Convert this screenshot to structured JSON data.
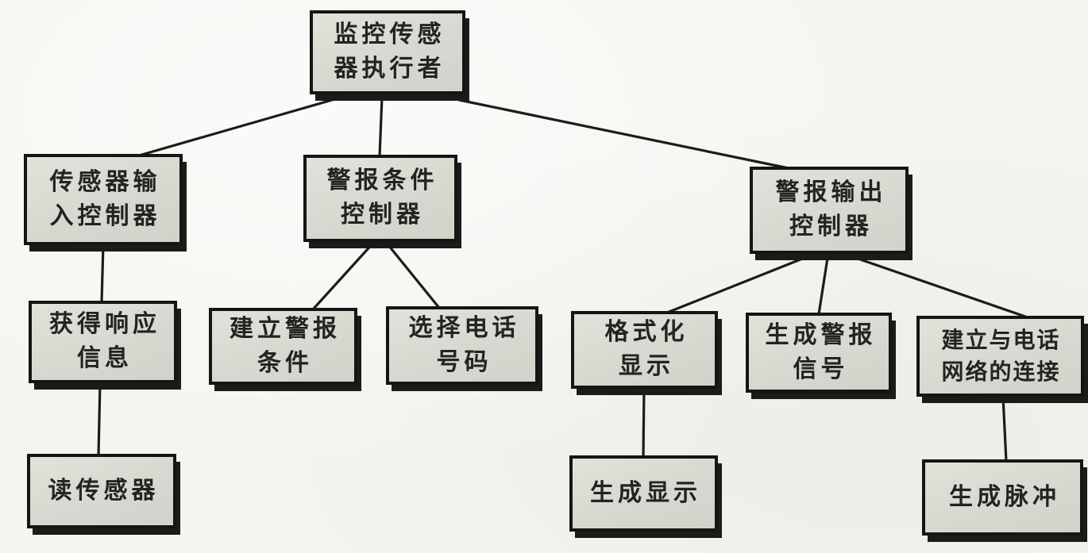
{
  "diagram": {
    "type": "structure-chart",
    "language": "zh-CN",
    "colors": {
      "paper": "#f5f4f0",
      "box_fill": "#dcdbd4",
      "box_border": "#161514",
      "box_shadow": "#1c1b19",
      "connector": "#1d1c1a",
      "text": "#242320"
    },
    "nodes": {
      "root": {
        "label": "监控传感器执行者",
        "lines": [
          "监控传感",
          "器执行者"
        ]
      },
      "sensor_input": {
        "label": "传感器输入控制器",
        "lines": [
          "传感器输",
          "入控制器"
        ]
      },
      "alarm_condition": {
        "label": "警报条件控制器",
        "lines": [
          "警报条件",
          "控制器"
        ]
      },
      "alarm_output": {
        "label": "警报输出控制器",
        "lines": [
          "警报输出",
          "控制器"
        ]
      },
      "get_response": {
        "label": "获得响应信息",
        "lines": [
          "获得响应",
          "信息"
        ]
      },
      "establish_condition": {
        "label": "建立警报条件",
        "lines": [
          "建立警报",
          "条件"
        ]
      },
      "select_phone": {
        "label": "选择电话号码",
        "lines": [
          "选择电话",
          "号码"
        ]
      },
      "format_display": {
        "label": "格式化显示",
        "lines": [
          "格式化",
          "显示"
        ]
      },
      "gen_alarm_signal": {
        "label": "生成警报信号",
        "lines": [
          "生成警报",
          "信号"
        ]
      },
      "establish_network": {
        "label": "建立与电话网络的连接",
        "lines": [
          "建立与电话",
          "网络的连接"
        ]
      },
      "read_sensor": {
        "label": "读传感器",
        "lines": [
          "读传感器"
        ]
      },
      "gen_display": {
        "label": "生成显示",
        "lines": [
          "生成显示"
        ]
      },
      "gen_pulse": {
        "label": "生成脉冲",
        "lines": [
          "生成脉冲"
        ]
      }
    },
    "edges": [
      {
        "from": "root",
        "to": "sensor_input"
      },
      {
        "from": "root",
        "to": "alarm_condition"
      },
      {
        "from": "root",
        "to": "alarm_output"
      },
      {
        "from": "sensor_input",
        "to": "get_response"
      },
      {
        "from": "get_response",
        "to": "read_sensor"
      },
      {
        "from": "alarm_condition",
        "to": "establish_condition"
      },
      {
        "from": "alarm_condition",
        "to": "select_phone"
      },
      {
        "from": "alarm_output",
        "to": "format_display"
      },
      {
        "from": "alarm_output",
        "to": "gen_alarm_signal"
      },
      {
        "from": "alarm_output",
        "to": "establish_network"
      },
      {
        "from": "format_display",
        "to": "gen_display"
      },
      {
        "from": "establish_network",
        "to": "gen_pulse"
      }
    ]
  }
}
